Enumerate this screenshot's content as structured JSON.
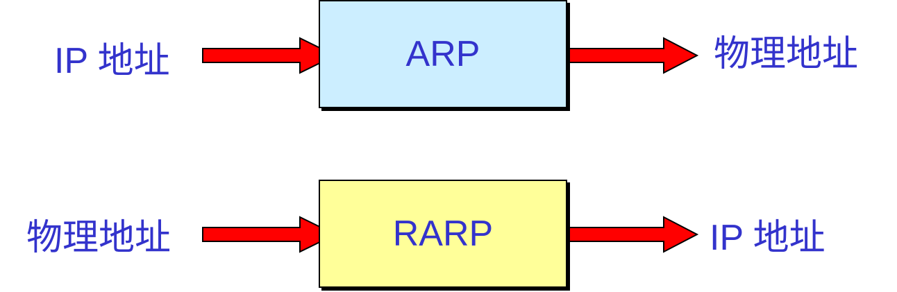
{
  "colors": {
    "text": "#3333cc",
    "arrow_fill": "#ff0000",
    "arrow_stroke": "#000000",
    "arp_box_fill": "#cceeff",
    "rarp_box_fill": "#ffff99",
    "border": "#000000"
  },
  "diagram": {
    "rows": [
      {
        "input": "IP 地址",
        "process": "ARP",
        "output": "物理地址"
      },
      {
        "input": "物理地址",
        "process": "RARP",
        "output": "IP 地址"
      }
    ]
  }
}
